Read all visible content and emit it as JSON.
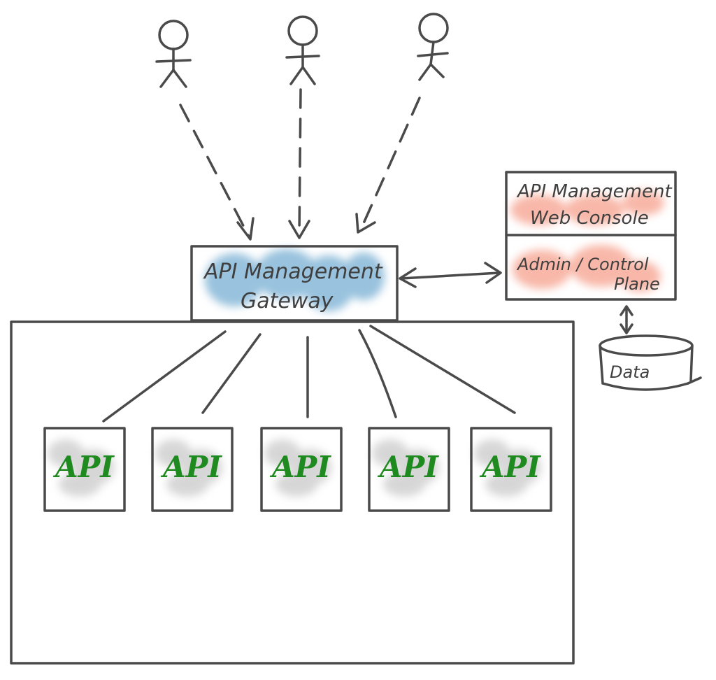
{
  "gateway": {
    "line1": "API Management",
    "line2": "Gateway",
    "fill": "#7fb3d5"
  },
  "console": {
    "line1": "API Management",
    "line2": "Web Console",
    "line3": "Admin / Control",
    "line4": "Plane",
    "fill": "#f6a08c"
  },
  "database": {
    "label": "Data"
  },
  "apis": [
    {
      "label": "API"
    },
    {
      "label": "API"
    },
    {
      "label": "API"
    },
    {
      "label": "API"
    },
    {
      "label": "API"
    }
  ],
  "colors": {
    "ink": "#4a4a4a",
    "api_text": "#1f8a1f",
    "api_fill": "#d0d0d0"
  }
}
